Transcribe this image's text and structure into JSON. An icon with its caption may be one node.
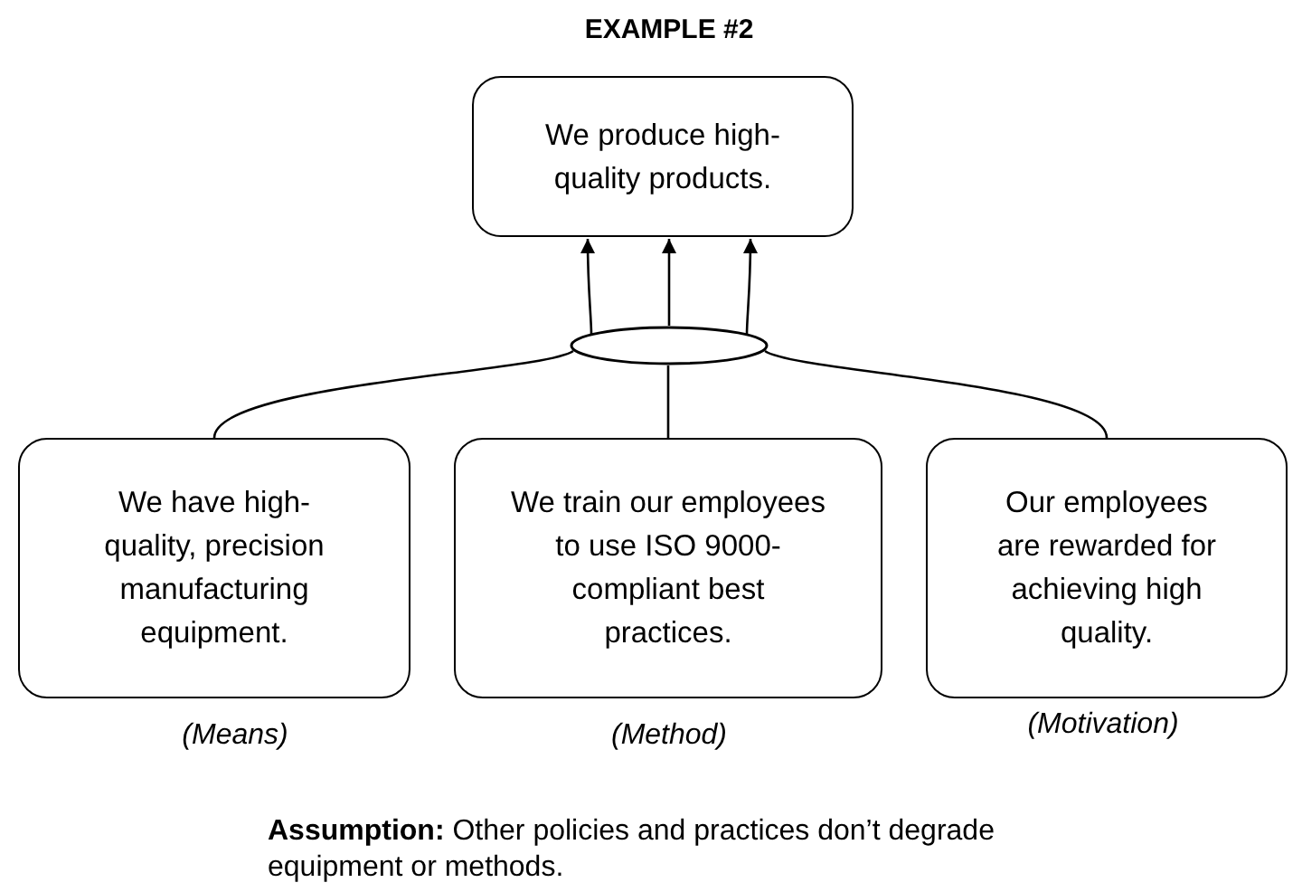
{
  "diagram": {
    "title": "EXAMPLE #2",
    "nodes": [
      {
        "text": [
          "We produce high-quality products."
        ]
      },
      {
        "text": [],
        "shape": "ellipse"
      },
      {
        "text": [
          "We have high-quality, precision manufacturing equipment."
        ],
        "beside": [
          "(Means)"
        ]
      },
      {
        "text": [
          "We train our employees to use ISO 9000-compliant best practices."
        ],
        "beside": [
          "(Method)"
        ]
      },
      {
        "text": [
          "Our employees are rewarded for achieving high quality."
        ],
        "beside": [
          "(Motivation)"
        ]
      }
    ],
    "edges": [
      {
        "from": 2,
        "to": 1,
        "arrow": "none"
      },
      {
        "from": 3,
        "to": 1,
        "arrow": "none"
      },
      {
        "from": 4,
        "to": 1,
        "arrow": "none"
      },
      {
        "from": 1,
        "to": 0,
        "arrow": "to"
      },
      {
        "from": 1,
        "to": 0,
        "arrow": "to"
      },
      {
        "from": 1,
        "to": 0,
        "arrow": "to"
      }
    ],
    "labels": [
      "**Assumption:** Other policies and practices don’t degrade equipment or methods."
    ]
  }
}
